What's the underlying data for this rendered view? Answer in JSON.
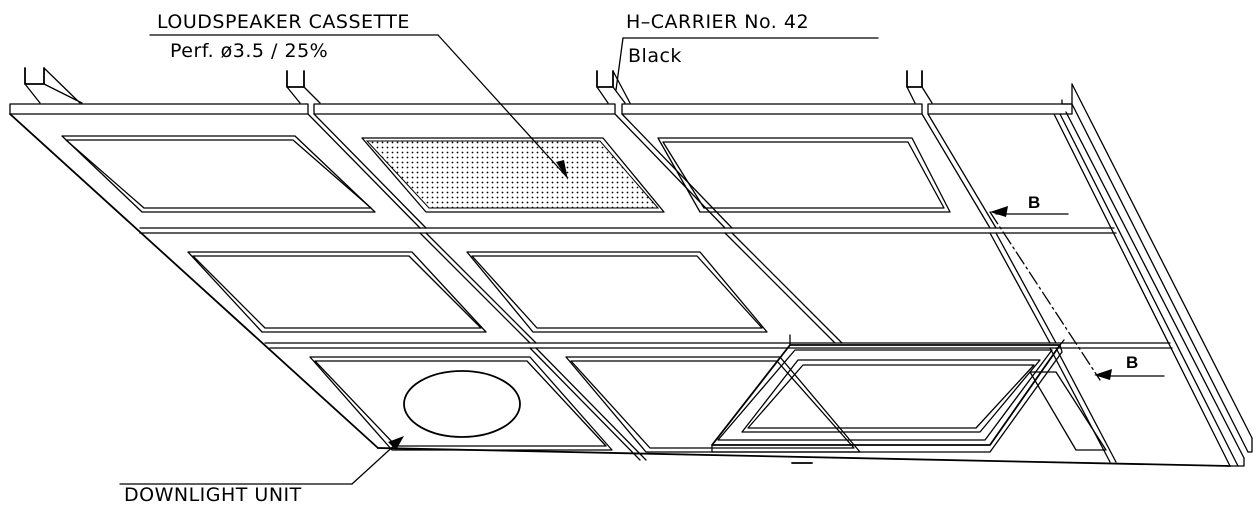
{
  "labels": {
    "loudspeaker_title": "LOUDSPEAKER CASSETTE",
    "loudspeaker_spec": "Perf. ø3.5 / 25%",
    "carrier_title": "H–CARRIER No. 42",
    "carrier_color": "Black",
    "downlight": "DOWNLIGHT UNIT",
    "section_upper": "B",
    "section_lower": "B"
  },
  "colors": {
    "line": "#000000",
    "background": "#ffffff"
  }
}
